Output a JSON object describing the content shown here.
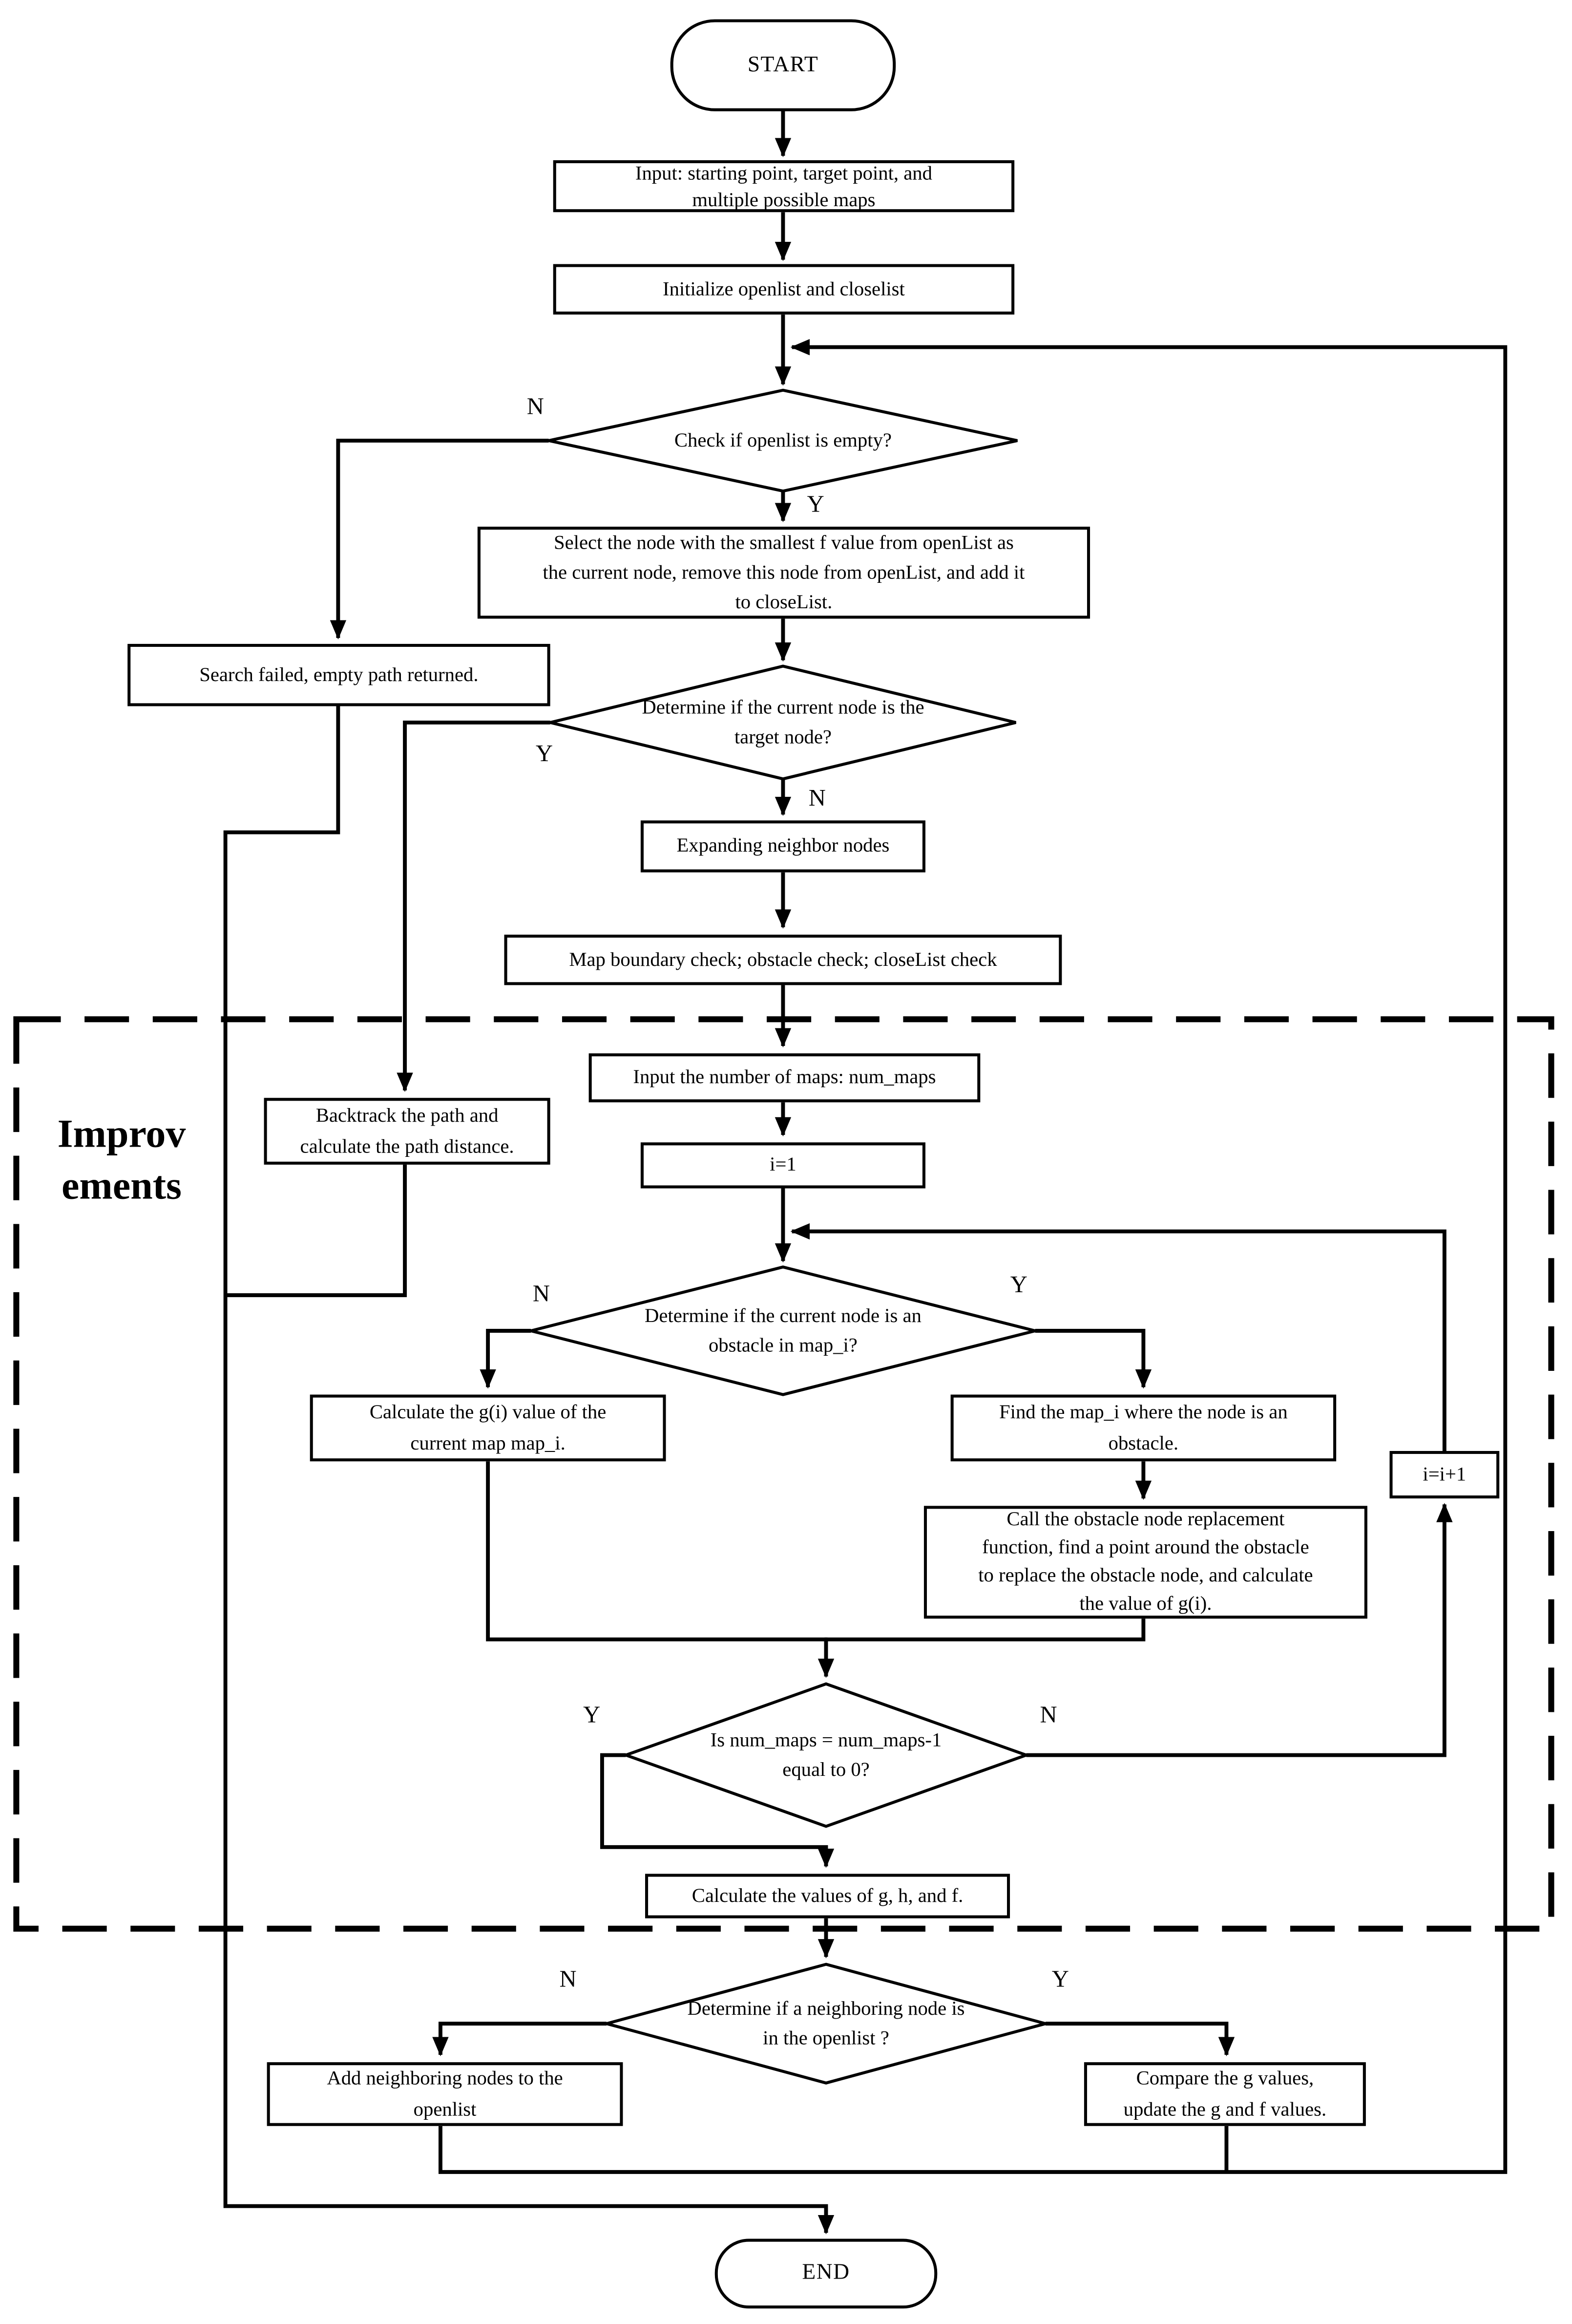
{
  "branch_labels": {
    "yes": "Y",
    "no": "N"
  },
  "region": {
    "label": "Improv\nements"
  },
  "nodes": {
    "start": "START",
    "input_points": "Input: starting point, target point, and\nmultiple possible maps",
    "initialize": "Initialize openlist and closelist",
    "check_openlist_empty": "Check if openlist is empty?",
    "select_node": "Select the node with the smallest f value from openList as\nthe current node, remove this node from openList, and add it\nto closeList.",
    "search_failed": "Search failed, empty path returned.",
    "is_target_node": "Determine if the current node is the\ntarget node?",
    "expand_neighbors": "Expanding neighbor nodes",
    "boundary_check": "Map boundary check; obstacle check; closeList check",
    "backtrack": "Backtrack the path and\ncalculate the path distance.",
    "input_num_maps": "Input the number of maps: num_maps",
    "i_init": "i=1",
    "is_obstacle_in_map_i": "Determine if the current node is an\nobstacle in map_i?",
    "calc_gi": "Calculate the g(i) value of the\ncurrent map map_i.",
    "find_map_i": "Find the map_i where the node is an\nobstacle.",
    "call_replacement": "Call the obstacle node replacement\nfunction, find a point around the obstacle\nto replace the obstacle node, and calculate\nthe value of g(i).",
    "i_increment": "i=i+1",
    "num_maps_zero": "Is num_maps = num_maps-1\nequal to 0?",
    "calc_ghf": "Calculate the values of g, h, and f.",
    "neighbor_in_openlist": "Determine if a neighboring node is\nin the openlist ?",
    "add_neighbors": "Add neighboring nodes to the\nopenlist",
    "compare_g": "Compare the g values,\nupdate the g and f values.",
    "end": "END"
  }
}
